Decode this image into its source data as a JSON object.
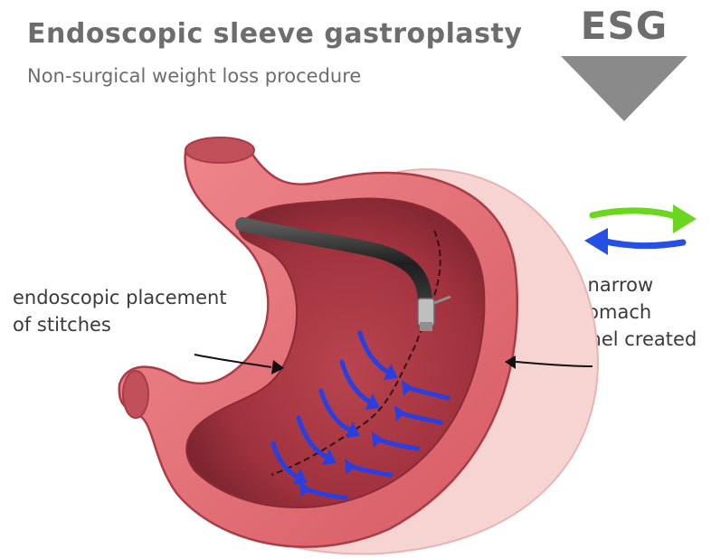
{
  "header": {
    "title": "Endoscopic sleeve gastroplasty",
    "subtitle": "Non-surgical weight loss procedure",
    "badge": "ESG"
  },
  "labels": {
    "left": [
      "endoscopic placement",
      "of stitches"
    ],
    "right": [
      "a narrow",
      "stomach",
      "tunel created"
    ]
  },
  "colors": {
    "title": "#6d6d6d",
    "stomach_outer": "#e26b72",
    "stomach_inner": "#b53f4a",
    "sleeve": "#f3c6c4",
    "endoscope": "#2b2b2b",
    "stitch_arrows": "#2a3fe0",
    "arrow_green": "#6ad61e",
    "arrow_blue": "#2450e6"
  }
}
